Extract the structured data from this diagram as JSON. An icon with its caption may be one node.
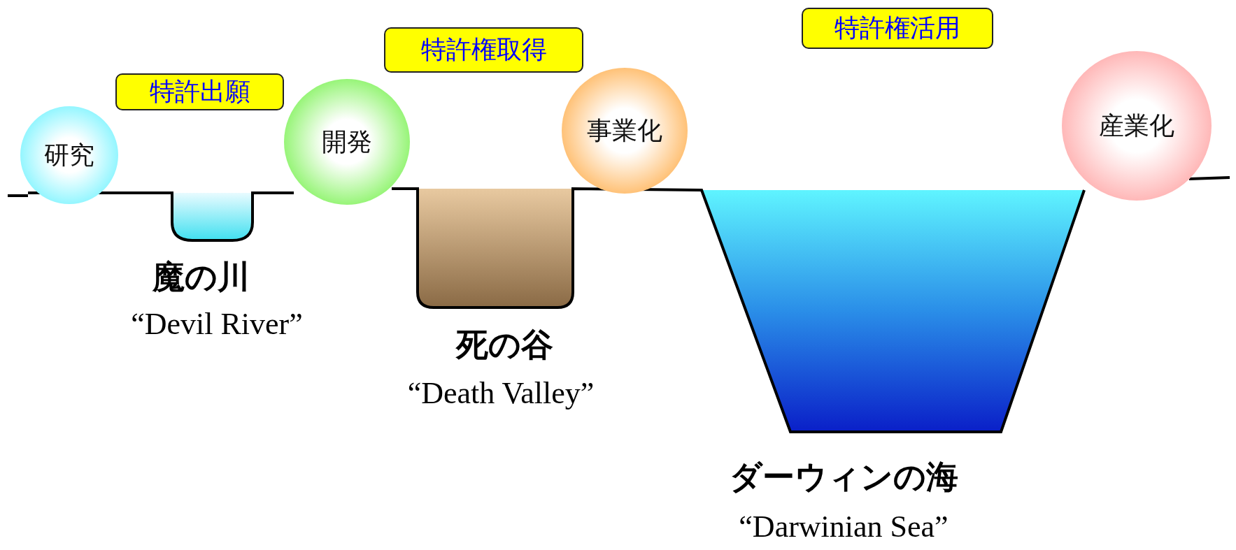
{
  "diagram": {
    "nodes": [
      {
        "text": [
          "研究"
        ]
      },
      {
        "text": [
          "特許出願"
        ]
      },
      {
        "text": [
          "開発"
        ]
      },
      {
        "text": [
          "特許権取得"
        ]
      },
      {
        "text": [
          "事業化"
        ]
      },
      {
        "text": [
          "特許権活用"
        ]
      },
      {
        "text": [
          "産業化"
        ]
      }
    ],
    "labels": [
      "魔の川",
      "“Devil River”",
      "死の谷",
      "“Death Valley”",
      "ダーウィンの海",
      "“Darwinian Sea”"
    ]
  }
}
